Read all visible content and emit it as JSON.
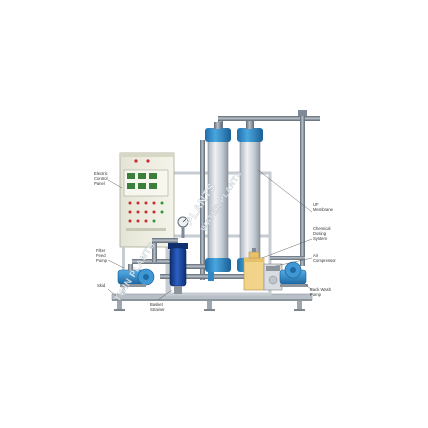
{
  "labels": {
    "electric_control_panel": [
      "Electric",
      "Control",
      "Panel"
    ],
    "filter_feed_pump": [
      "Filter",
      "Feed",
      "Pump"
    ],
    "skid": [
      "Skid"
    ],
    "basket_strainer": [
      "Basket",
      "Strainer"
    ],
    "uf_membrane": [
      "UF",
      "Membrane"
    ],
    "chemical_dosing_system": [
      "Chemical",
      "Dosing",
      "System"
    ],
    "air_compressor": [
      "Air",
      "Compressor"
    ],
    "back_wash_pump": [
      "Back Wash",
      "Pump"
    ]
  },
  "watermark": {
    "text_1": "PLANTS",
    "text_2": "WATER PLANTS",
    "text_3": "TWIN PLANTS"
  },
  "colors": {
    "pipe": "#7f8a96",
    "pipe_light": "#c9d0d7",
    "membrane_body": "#d3d8de",
    "membrane_cap": "#2f88c4",
    "panel": "#ececdf",
    "strainer": "#16439a",
    "frame": "#b9bfc6",
    "callout_line": "#555555"
  }
}
